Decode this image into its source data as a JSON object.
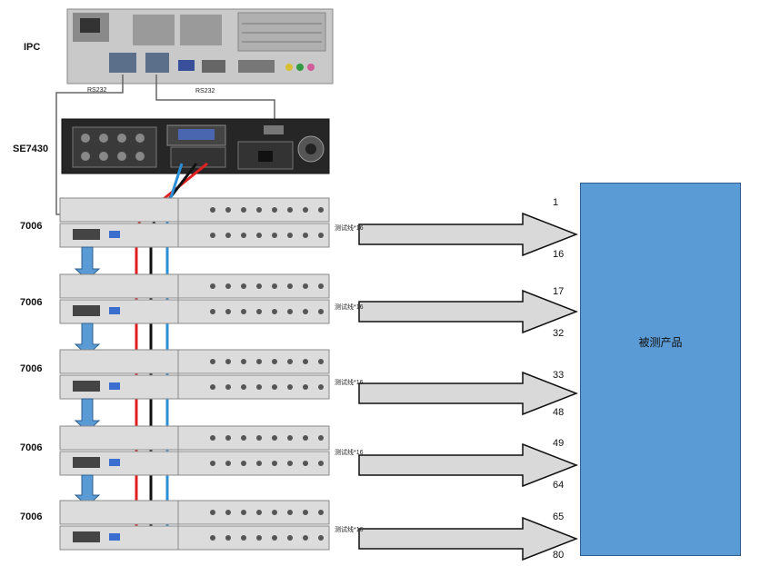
{
  "labels": {
    "ipc": "IPC",
    "se7430": "SE7430",
    "rs232_left": "RS232",
    "rs232_right": "RS232",
    "dut": "被测产品"
  },
  "units": [
    {
      "model": "7006",
      "cable_label": "测试线*16",
      "pin_start": "1",
      "pin_end": "16"
    },
    {
      "model": "7006",
      "cable_label": "测试线*16",
      "pin_start": "17",
      "pin_end": "32"
    },
    {
      "model": "7006",
      "cable_label": "测试线*16",
      "pin_start": "33",
      "pin_end": "48"
    },
    {
      "model": "7006",
      "cable_label": "测试线*16",
      "pin_start": "49",
      "pin_end": "64"
    },
    {
      "model": "7006",
      "cable_label": "测试线*16",
      "pin_start": "65",
      "pin_end": "80"
    }
  ],
  "colors": {
    "dut_fill": "#5b9bd5",
    "arrow_fill": "#d9d9d9",
    "link_arrow": "#5b9bd5",
    "wire_red": "#e02020",
    "wire_black": "#111111",
    "wire_blue": "#2a8fd6"
  }
}
